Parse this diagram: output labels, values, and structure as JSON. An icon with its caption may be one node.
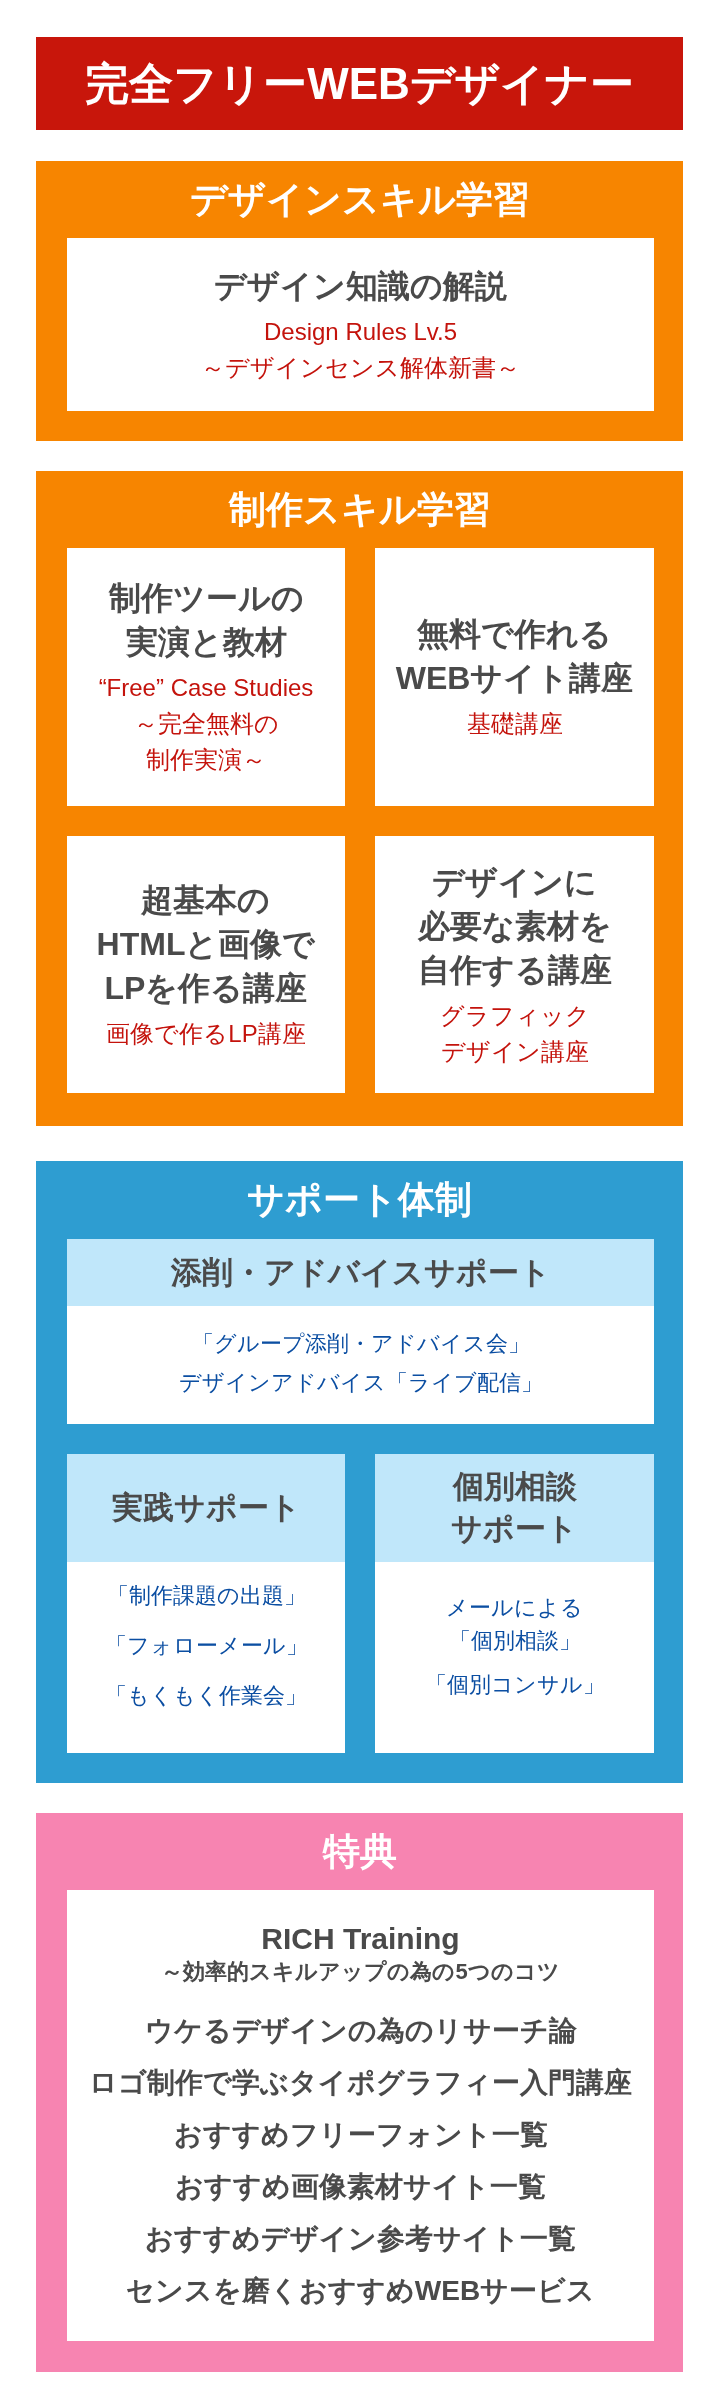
{
  "diagram": {
    "title": "完全フリーWEBデザイナー",
    "nodes": [
      {
        "text": [
          "デザインスキル学習"
        ]
      },
      {
        "text": [
          "デザイン知識の解説",
          "Design Rules Lv.5",
          "～デザインセンス解体新書～"
        ],
        "in": 0
      },
      {
        "text": [
          "制作スキル学習"
        ]
      },
      {
        "text": [
          "制作ツールの実演と教材",
          "“Free” Case Studies",
          "～完全無料の制作実演～"
        ],
        "in": 2
      },
      {
        "text": [
          "無料で作れるWEBサイト講座",
          "基礎講座"
        ],
        "in": 2
      },
      {
        "text": [
          "超基本のHTMLと画像でLPを作る講座",
          "画像で作るLP講座"
        ],
        "in": 2
      },
      {
        "text": [
          "デザインに必要な素材を自作する講座",
          "グラフィックデザイン講座"
        ],
        "in": 2
      },
      {
        "text": [
          "サポート体制"
        ]
      },
      {
        "text": [
          "添削・アドバイスサポート",
          "「グループ添削・アドバイス会」",
          "デザインアドバイス「ライブ配信」"
        ],
        "in": 7
      },
      {
        "text": [
          "実践サポート",
          "「制作課題の出題」",
          "「フォローメール」",
          "「もくもく作業会」"
        ],
        "in": 7
      },
      {
        "text": [
          "個別相談サポート",
          "メールによる「個別相談」",
          "「個別コンサル」"
        ],
        "in": 7
      },
      {
        "text": [
          "特典"
        ]
      },
      {
        "text": [
          "RICH Training",
          "～効率的スキルアップの為の5つのコツ",
          "ウケるデザインの為のリサーチ論",
          "ロゴ制作で学ぶタイポグラフィー入門講座",
          "おすすめフリーフォント一覧",
          "おすすめ画像素材サイト一覧",
          "おすすめデザイン参考サイト一覧",
          "センスを磨くおすすめWEBサービス"
        ],
        "in": 11
      }
    ]
  }
}
